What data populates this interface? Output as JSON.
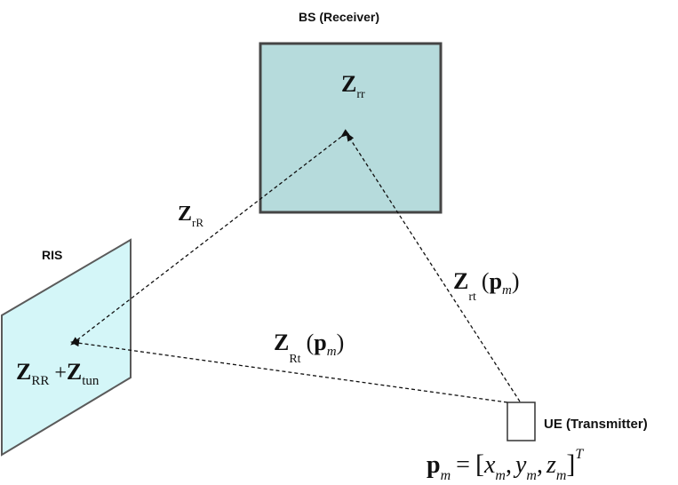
{
  "labels": {
    "bs": "BS (Receiver)",
    "ris": "RIS",
    "ue": "UE (Transmitter)"
  },
  "math": {
    "z_rr_main": "Z",
    "z_rr_sub": "rr",
    "z_rR_main": "Z",
    "z_rR_sub": "rR",
    "z_rt_main": "Z",
    "z_rt_sub": "rt",
    "z_Rt_main": "Z",
    "z_Rt_sub": "Rt",
    "p_bold": "p",
    "m_sub": "m",
    "ris_z1_main": "Z",
    "ris_z1_sub": "RR",
    "plus": "+",
    "ris_z2_main": "Z",
    "ris_z2_sub": "tun",
    "pos_eq": "=",
    "pos_open": "[",
    "pos_x": "x",
    "pos_y": "y",
    "pos_z": "z",
    "comma": ",",
    "pos_close": "]",
    "pos_T": "T",
    "paren_open": "(",
    "paren_close": ")"
  },
  "colors": {
    "bs_fill": "#b6dbdc",
    "ris_fill": "#d4f6f8",
    "stroke": "#444444"
  }
}
